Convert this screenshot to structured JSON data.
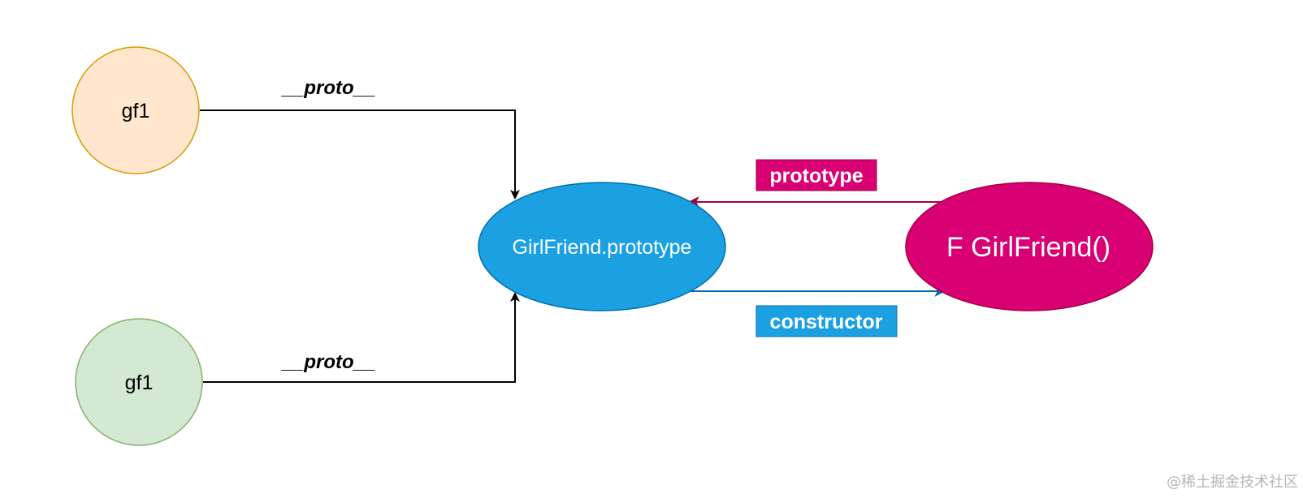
{
  "nodes": {
    "gf1_top": {
      "label": "gf1",
      "fill": "#ffe6cc",
      "stroke": "#d79b00"
    },
    "gf1_bottom": {
      "label": "gf1",
      "fill": "#d5e8d4",
      "stroke": "#82b366"
    },
    "prototype_obj": {
      "label": "GirlFriend.prototype",
      "fill": "#1ba1e2",
      "stroke": "#006eaf"
    },
    "constructor_fn": {
      "label": "F GirlFriend()",
      "fill": "#d80073",
      "stroke": "#a50040"
    }
  },
  "edges": {
    "proto_top": {
      "label": "__proto__",
      "color": "#000000"
    },
    "proto_bottom": {
      "label": "__proto__",
      "color": "#000000"
    },
    "prototype": {
      "label": "prototype",
      "color": "#a50040",
      "tag_fill": "#d80073"
    },
    "constructor": {
      "label": "constructor",
      "color": "#006eaf",
      "tag_fill": "#1ba1e2"
    }
  },
  "watermark": "@稀土掘金技术社区"
}
